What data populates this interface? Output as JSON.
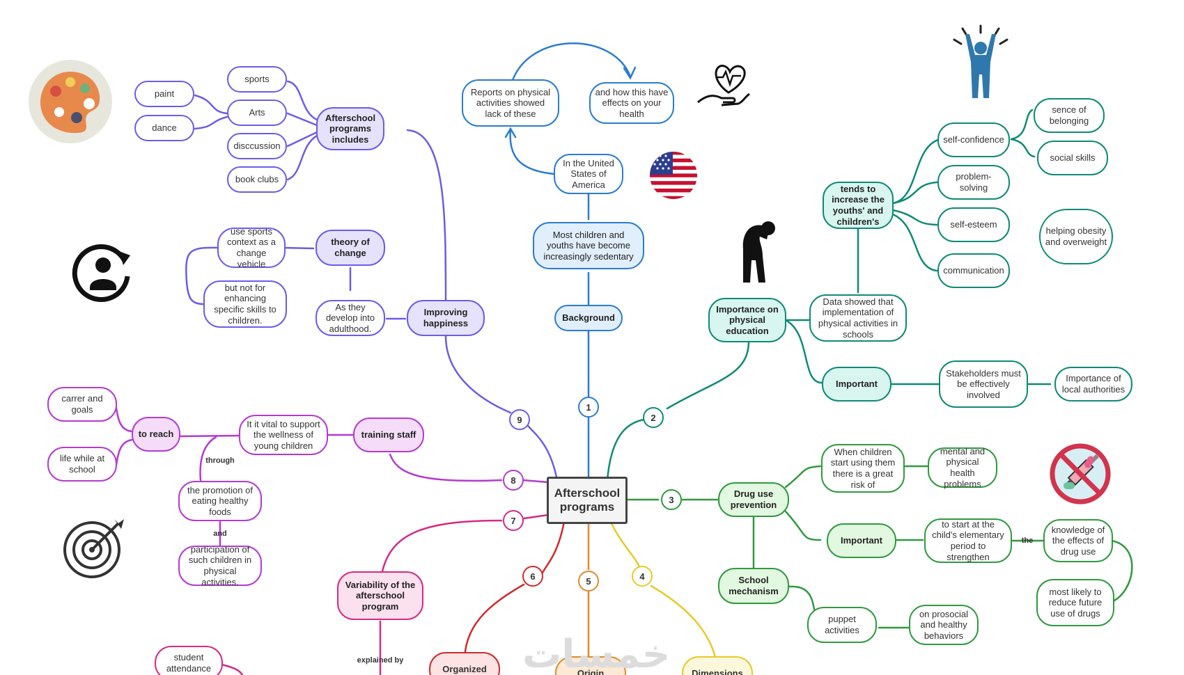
{
  "center": {
    "label": "Afterschool programs"
  },
  "branch_numbers": [
    "1",
    "2",
    "3",
    "4",
    "5",
    "6",
    "7",
    "8",
    "9"
  ],
  "colors": {
    "purple": "#6b5ce7",
    "blue": "#2a7ccf",
    "teal": "#0e8a76",
    "green": "#2f9a3e",
    "magenta": "#b43ad1",
    "pink": "#d42b85",
    "red": "#d02a2a",
    "orange": "#e38a2b",
    "yellow": "#e9c92a"
  },
  "background": {
    "main": "Background",
    "sedentary": "Most children and youths have become increasingly sedentary",
    "usa": "In the United States of America",
    "reports": "Reports on physical activities showed lack of these",
    "effects": "and how this have effects on your health"
  },
  "importance": {
    "main": "Importance on physical education",
    "data": "Data showed that implementation of physical activities in schools",
    "tends": "tends to increase the youths' and children's",
    "self_confidence": "self-confidence",
    "problem_solving": "problem-solving",
    "self_esteem": "self-esteem",
    "communication": "communication",
    "belonging": "sence of belonging",
    "social": "social skills",
    "obesity": "helping obesity and overweight",
    "important": "Important",
    "stakeholders": "Stakeholders must be effectively involved",
    "local": "Importance of local authorities"
  },
  "drug": {
    "main": "Drug use prevention",
    "when": "When children start using them there is a great risk of",
    "mental": "mental and physical health problems",
    "important": "Important",
    "start": "to start at the child's elementary period to strengthen",
    "the": "the",
    "knowledge": "knowledge of the effects of drug use",
    "likely": "most likely to reduce future use of drugs",
    "school": "School mechanism",
    "puppet": "puppet activities",
    "prosocial": "on prosocial and healthy behaviors"
  },
  "bottom": {
    "dimensions": "Dimensions",
    "origin": "Origin",
    "organized": "Organized",
    "variability": "Variability of the afterschool program",
    "explained_by": "explained by",
    "attendance": "student attendance"
  },
  "training": {
    "main": "training staff",
    "vital": "It it vital to support the wellness of young children",
    "reach": "to reach",
    "career": "carrer and goals",
    "life": "life while at school",
    "through": "through",
    "promotion": "the promotion of eating healthy foods",
    "and": "and",
    "participation": "participation of such children in physical activities."
  },
  "happiness": {
    "main": "Improving happiness",
    "develop": "As they develop into adulthood.",
    "theory": "theory of change",
    "use_sports": "use sports context as a change vehicle",
    "not_for": "but not for enhancing specific skills to children.",
    "includes": "Afterschool programs includes",
    "sports": "sports",
    "arts": "Arts",
    "discussion": "disccussion",
    "book": "book clubs",
    "paint": "paint",
    "dance": "dance"
  },
  "watermark": "خمسات",
  "icons": [
    "palette-icon",
    "user-refresh-icon",
    "target-icon",
    "heart-hand-icon",
    "usa-flag-icon",
    "stretching-person-icon",
    "cheering-person-icon",
    "no-drugs-icon"
  ]
}
